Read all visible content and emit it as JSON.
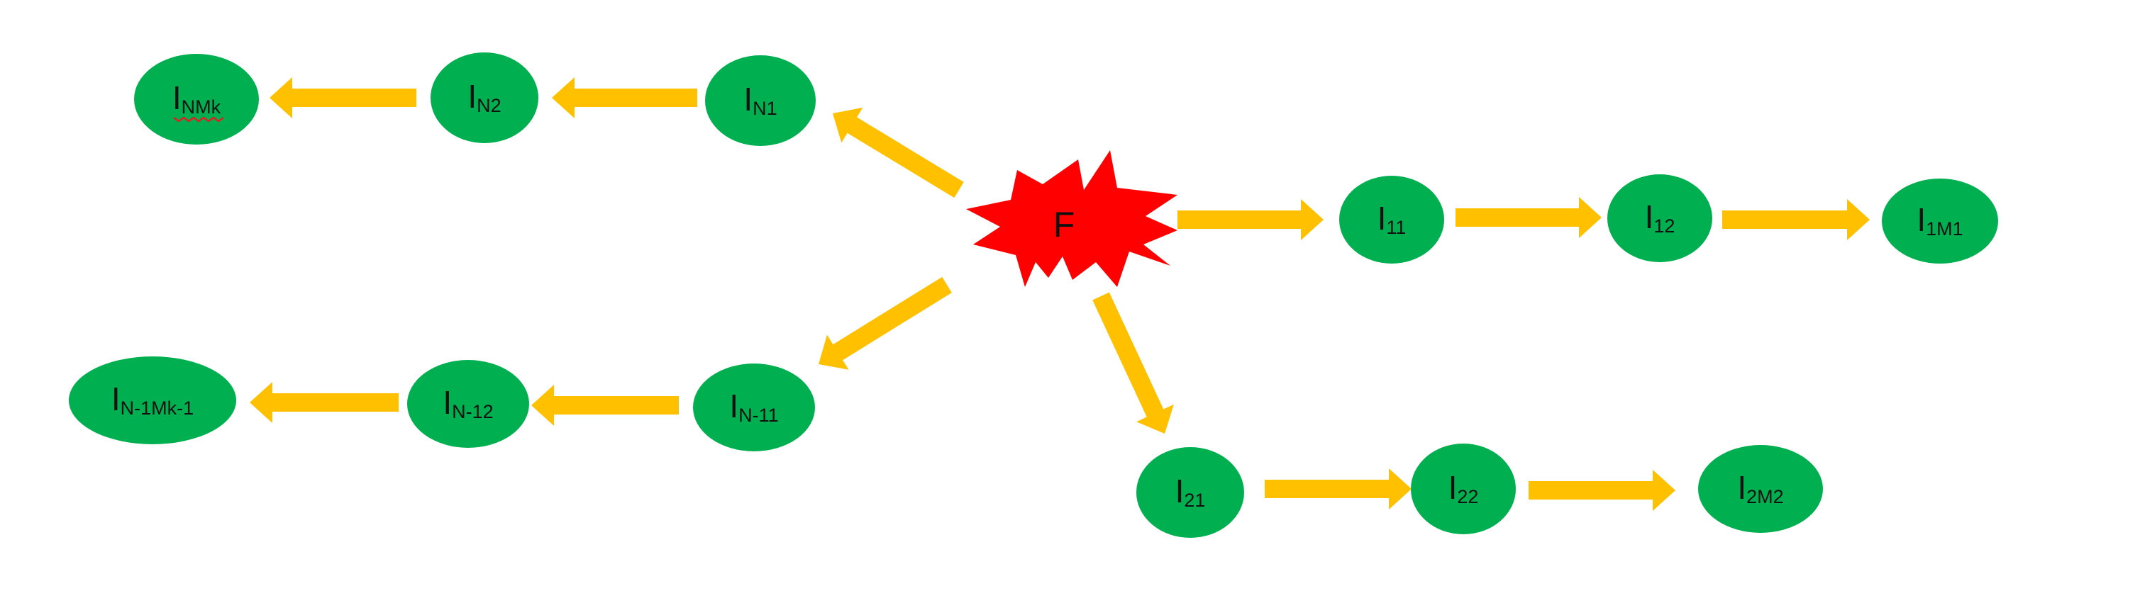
{
  "colors": {
    "node_fill": "#00B050",
    "arrow": "#FFC000",
    "burst_fill": "#FF0000",
    "label": "#111111",
    "spellcheck_underline": "#E02020"
  },
  "source": {
    "name": "F",
    "shape": "star-burst-icon"
  },
  "nodes": [
    {
      "id": "n11",
      "main": "I",
      "sub": "11"
    },
    {
      "id": "n12",
      "main": "I",
      "sub": "12"
    },
    {
      "id": "n1M1",
      "main": "I",
      "sub": "1M1"
    },
    {
      "id": "n21",
      "main": "I",
      "sub": "21"
    },
    {
      "id": "n22",
      "main": "I",
      "sub": "22"
    },
    {
      "id": "n2M2",
      "main": "I",
      "sub": "2M2"
    },
    {
      "id": "nN1",
      "main": "I",
      "sub": "N1"
    },
    {
      "id": "nN2",
      "main": "I",
      "sub": "N2"
    },
    {
      "id": "nNMk",
      "main": "I",
      "sub": "NMk"
    },
    {
      "id": "nN11",
      "main": "I",
      "sub": "N-11"
    },
    {
      "id": "nN12",
      "main": "I",
      "sub": "N-12"
    },
    {
      "id": "nN1Mk",
      "main": "I",
      "sub": "N-1Mk-1"
    }
  ],
  "edges": [
    {
      "from": "F",
      "to": "n11"
    },
    {
      "from": "n11",
      "to": "n12"
    },
    {
      "from": "n12",
      "to": "n1M1"
    },
    {
      "from": "F",
      "to": "n21"
    },
    {
      "from": "n21",
      "to": "n22"
    },
    {
      "from": "n22",
      "to": "n2M2"
    },
    {
      "from": "F",
      "to": "nN1"
    },
    {
      "from": "nN1",
      "to": "nN2"
    },
    {
      "from": "nN2",
      "to": "nNMk"
    },
    {
      "from": "F",
      "to": "nN11"
    },
    {
      "from": "nN11",
      "to": "nN12"
    },
    {
      "from": "nN12",
      "to": "nN1Mk"
    }
  ]
}
